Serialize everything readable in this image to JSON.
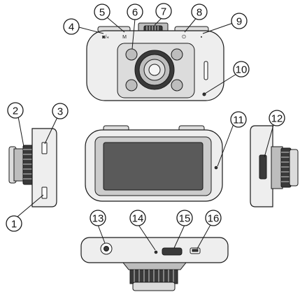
{
  "diagram": {
    "callouts": [
      "1",
      "2",
      "3",
      "4",
      "5",
      "6",
      "7",
      "8",
      "9",
      "10",
      "11",
      "12",
      "13",
      "14",
      "15",
      "16"
    ],
    "marks": {
      "mode": "M",
      "power": "⏻",
      "cam": "◙/⁎"
    }
  }
}
